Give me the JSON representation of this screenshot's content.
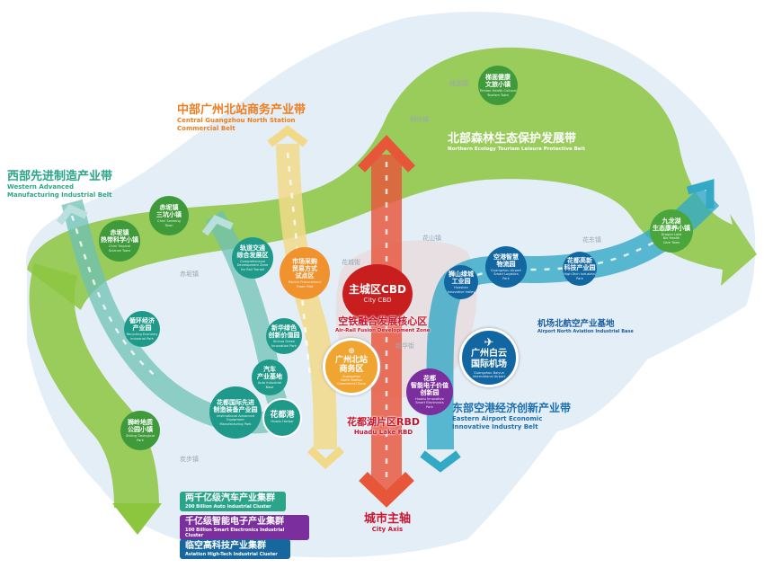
{
  "belts": {
    "western": {
      "zh": "西部先进制造产业带",
      "en": "Western Advanced\nManufacturing Industrial Belt"
    },
    "central": {
      "zh": "中部广州北站商务产业带",
      "en": "Central Guangzhou North Station\nCommercial Belt"
    },
    "northern": {
      "zh": "北部森林生态保护发展带",
      "en": "Northern Ecology Tourism Leisure Protective Belt"
    },
    "airport_north": {
      "zh": "机场北航空产业基地",
      "en": "Airport North Aviation Industrial Base"
    },
    "eastern": {
      "zh": "东部空港经济创新产业带",
      "en": "Eastern Airport Economic\nInnovative Industry Belt"
    },
    "core_zone": {
      "zh": "空铁融合发展核心区",
      "en": "Air-Rail Fusion Development Zone"
    },
    "rbd": {
      "zh": "花都湖片区RBD",
      "en": "Huadu Lake RBD"
    },
    "axis": {
      "zh": "城市主轴",
      "en": "City Axis"
    }
  },
  "nodes": [
    {
      "zh": "赤坭镇\n热带科学小镇",
      "en": "Chini Tropical\nScience Town"
    },
    {
      "zh": "赤坭镇\n三坑小镇",
      "en": "Chini Sankeng\nTown"
    },
    {
      "zh": "轨道交通\n综合发展区",
      "en": "Comprehensive\nDevelopment Zone\nfor Rail Transit"
    },
    {
      "zh": "市场采购\n贸易方式\n试点区",
      "en": "Market Procurement\nTrade Pilot"
    },
    {
      "zh": "循环经济\n产业园",
      "en": "Recycling Economy\nIndustrial Park"
    },
    {
      "zh": "新华绿色\n创新价值园",
      "en": "Xinhua Green\nInnovation Park"
    },
    {
      "zh": "汽车\n产业基地",
      "en": "Auto Industrial\nBase"
    },
    {
      "zh": "花都国际先进\n制造装备产业园",
      "en": "International Advanced\nEquipment\nManufacturing Park"
    },
    {
      "zh": "花都港",
      "en": "Huadu Harbor"
    },
    {
      "zh": "狮岭地质\n公园小镇",
      "en": "Shiling Geological\nPark"
    },
    {
      "zh": "主城区CBD",
      "en": "City CBD"
    },
    {
      "zh": "广州北站\n商务区",
      "en": "Guangzhou\nNorth Station\nCommercial Zone"
    },
    {
      "zh": "花都\n智能电子价值\n创新园",
      "en": "Huadu Innovative\nSmart Electronics\nPark"
    },
    {
      "zh": "广州白云\n国际机场",
      "en": "Guangzhou Baiyun\nInternational Airport"
    },
    {
      "zh": "狮山绿城\n工业园",
      "en": "Huashan\nInnovative Valley"
    },
    {
      "zh": "空港智慧\n物流园",
      "en": "Guangzhou Airport\nSmart Logistics\nPark"
    },
    {
      "zh": "花都高新\n科技产业园",
      "en": "High-Tech Industrial\nPark"
    },
    {
      "zh": "九龙湖\n生态康养小镇",
      "en": "Dragon Lake\nBio Health\nCare Town"
    },
    {
      "zh": "梯面健康\n文旅小镇",
      "en": "Tiimian Health Cultural\nTourism Town"
    }
  ],
  "towns": [
    "梯面镇",
    "花东镇",
    "花山镇",
    "赤坭镇",
    "炭步镇",
    "花城街",
    "新华街",
    "狮岭镇"
  ],
  "legend": [
    {
      "zh": "两千亿级汽车产业集群",
      "en": "200 Billion Auto Industrial Cluster",
      "color": "#2aa58a"
    },
    {
      "zh": "千亿级智能电子产业集群",
      "en": "100 Billion Smart Electronics Industrial Cluster",
      "color": "#7b2f9e"
    },
    {
      "zh": "临空高科技产业集群",
      "en": "Aviation High-Tech Industrial Cluster",
      "color": "#17679f"
    }
  ],
  "colors": {
    "green": "#8cc63f",
    "axis": "#e8563a",
    "yellow": "#f2d98a",
    "teal": "#5bbcb6",
    "blue": "#2aa7c7"
  }
}
